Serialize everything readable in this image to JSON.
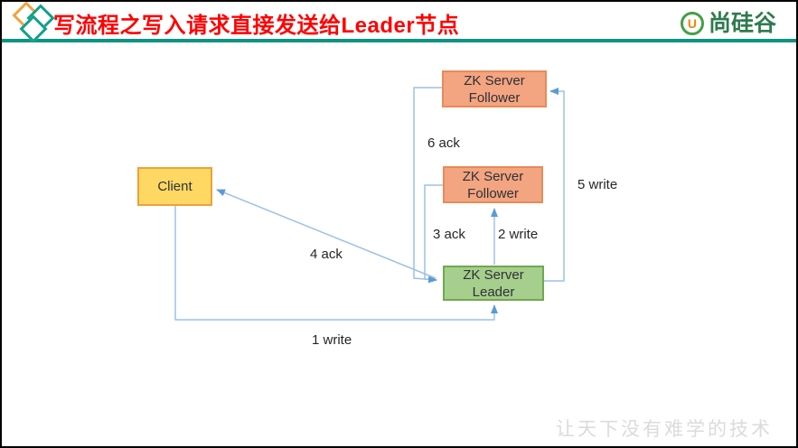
{
  "header": {
    "title": "写流程之写入请求直接发送给Leader节点",
    "brand": "尚硅谷",
    "brand_icon": "U"
  },
  "nodes": {
    "follower_top": {
      "line1": "ZK Server",
      "line2": "Follower"
    },
    "follower_mid": {
      "line1": "ZK Server",
      "line2": "Follower"
    },
    "leader": {
      "line1": "ZK Server",
      "line2": "Leader"
    },
    "client": {
      "line1": "Client"
    }
  },
  "edge_labels": {
    "write1": "1 write",
    "write2": "2 write",
    "ack3": "3 ack",
    "ack4": "4 ack",
    "write5": "5 write",
    "ack6": "6 ack"
  },
  "watermark": "让天下没有难学的技术",
  "colors": {
    "title_red": "#FF0000",
    "accent_teal": "#0E9484",
    "follower_fill": "#F3A480",
    "follower_border": "#E88B56",
    "leader_fill": "#A6CE8C",
    "leader_border": "#70A850",
    "client_fill": "#FED863",
    "client_border": "#EBA23B",
    "arrow_line": "#9CC2E5",
    "arrow_head": "#5B9BD5",
    "brand_green": "#2E7B4D",
    "logo_orange": "#F2A33C",
    "logo_teal": "#12A089",
    "watermark_gray": "#DBDBDB"
  }
}
